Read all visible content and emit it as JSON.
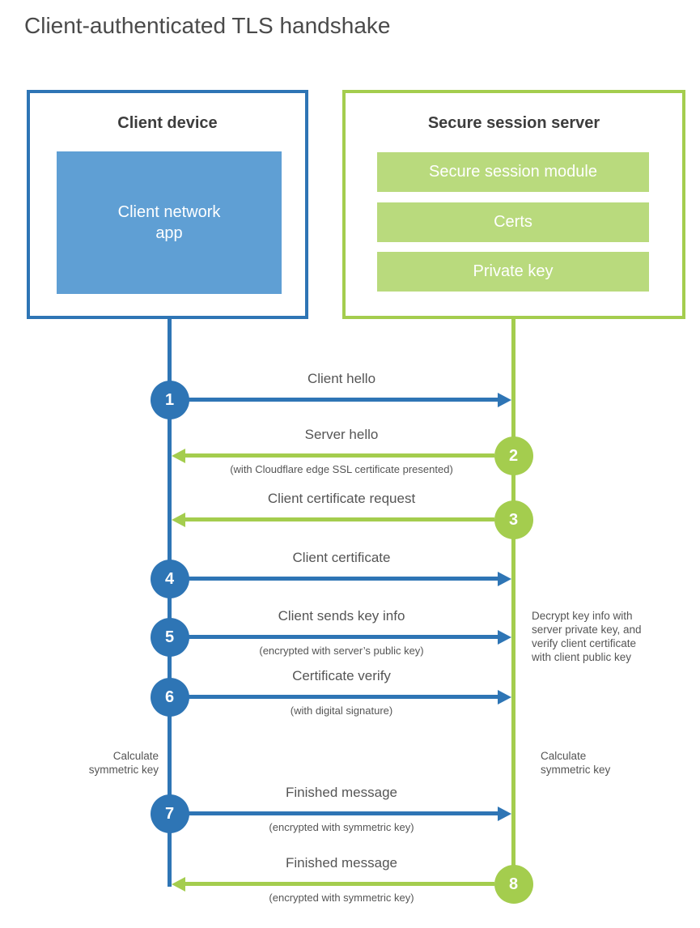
{
  "title": "Client-authenticated TLS handshake",
  "colors": {
    "blue": "#2e75b5",
    "blue_fill": "#5f9fd4",
    "green": "#a4cd4e",
    "green_fill": "#b9da7d",
    "label_text": "#555555",
    "heading_text": "#3d3d3d"
  },
  "client_box": {
    "title": "Client device",
    "app_label": "Client network\napp"
  },
  "server_box": {
    "title": "Secure session server",
    "modules": [
      "Secure session module",
      "Certs",
      "Private key"
    ]
  },
  "steps": [
    {
      "number": "1",
      "from": "client",
      "direction": "right",
      "label": "Client hello",
      "sublabel": ""
    },
    {
      "number": "2",
      "from": "server",
      "direction": "left",
      "label": "Server hello",
      "sublabel": "(with Cloudflare edge SSL certificate presented)"
    },
    {
      "number": "3",
      "from": "server",
      "direction": "left",
      "label": "Client certificate request",
      "sublabel": ""
    },
    {
      "number": "4",
      "from": "client",
      "direction": "right",
      "label": "Client certificate",
      "sublabel": ""
    },
    {
      "number": "5",
      "from": "client",
      "direction": "right",
      "label": "Client sends key info",
      "sublabel": "(encrypted with server’s public key)"
    },
    {
      "number": "6",
      "from": "client",
      "direction": "right",
      "label": "Certificate verify",
      "sublabel": "(with digital signature)"
    },
    {
      "number": "7",
      "from": "client",
      "direction": "right",
      "label": "Finished message",
      "sublabel": "(encrypted with symmetric key)"
    },
    {
      "number": "8",
      "from": "server",
      "direction": "left",
      "label": "Finished message",
      "sublabel": "(encrypted with symmetric key)"
    }
  ],
  "notes": {
    "decrypt": "Decrypt key info with\nserver private key, and\nverify client certificate\nwith client public key",
    "calc_left": "Calculate\nsymmetric key",
    "calc_right": "Calculate\nsymmetric key"
  }
}
